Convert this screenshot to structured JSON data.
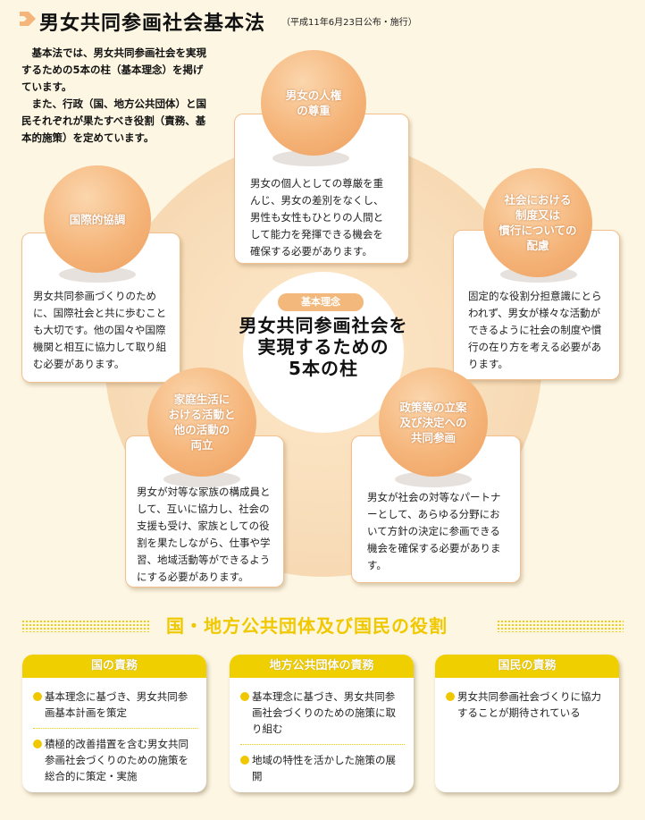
{
  "header": {
    "title": "男女共同参画社会基本法",
    "note": "（平成11年6月23日公布・施行）"
  },
  "intro": {
    "paragraphs": [
      "基本法では、男女共同参画社会を実現するための5本の柱（基本理念）を掲げています。",
      "また、行政（国、地方公共団体）と国民それぞれが果たすべき役割（責務、基本的施策）を定めています。"
    ]
  },
  "center": {
    "badge": "基本理念",
    "title_lines": [
      "男女共同参画社会を",
      "実現するための",
      "5本の柱"
    ]
  },
  "pillars": [
    {
      "id": "human-rights",
      "title_lines": [
        "男女の人権",
        "の尊重"
      ],
      "text": "男女の個人としての尊厳を重んじ、男女の差別をなくし、男性も女性もひとりの人間として能力を発揮できる機会を確保する必要があります。"
    },
    {
      "id": "social-systems",
      "title_lines": [
        "社会における",
        "制度又は",
        "慣行についての",
        "配慮"
      ],
      "text": "固定的な役割分担意識にとらわれず、男女が様々な活動ができるように社会の制度や慣行の在り方を考える必要があります。"
    },
    {
      "id": "policy-participation",
      "title_lines": [
        "政策等の立案",
        "及び決定への",
        "共同参画"
      ],
      "text": "男女が社会の対等なパートナーとして、あらゆる分野において方針の決定に参画できる機会を確保する必要があります。"
    },
    {
      "id": "family-balance",
      "title_lines": [
        "家庭生活に",
        "おける活動と",
        "他の活動の",
        "両立"
      ],
      "text": "男女が対等な家族の構成員として、互いに協力し、社会の支援も受け、家族としての役割を果たしながら、仕事や学習、地域活動等ができるようにする必要があります。"
    },
    {
      "id": "international",
      "title_lines": [
        "国際的協調"
      ],
      "text": "男女共同参画づくりのために、国際社会と共に歩むことも大切です。他の国々や国際機関と相互に協力して取り組む必要があります。"
    }
  ],
  "roles": {
    "title": "国・地方公共団体及び国民の役割",
    "cards": [
      {
        "heading": "国の責務",
        "items": [
          "基本理念に基づき、男女共同参画基本計画を策定",
          "積極的改善措置を含む男女共同参画社会づくりのための施策を総合的に策定・実施"
        ]
      },
      {
        "heading": "地方公共団体の責務",
        "items": [
          "基本理念に基づき、男女共同参画社会づくりのための施策に取り組む",
          "地域の特性を活かした施策の展開"
        ]
      },
      {
        "heading": "国民の責務",
        "items": [
          "男女共同参画社会づくりに協力することが期待されている"
        ]
      }
    ]
  },
  "colors": {
    "background": "#fdf6e3",
    "accent_orange": "#f2b87c",
    "accent_yellow": "#f0cf00"
  }
}
